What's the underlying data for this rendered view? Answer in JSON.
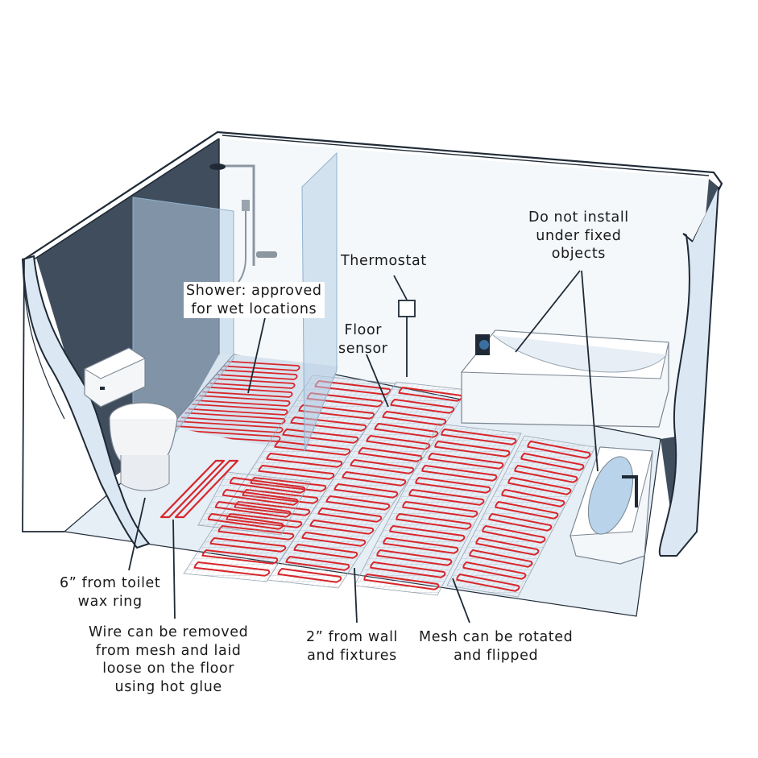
{
  "labels": {
    "thermostat": [
      "Thermostat"
    ],
    "shower": [
      "Shower: approved",
      "for wet locations"
    ],
    "floor_sensor": [
      "Floor",
      "sensor"
    ],
    "fixed_objects": [
      "Do not install",
      "under fixed",
      "objects"
    ],
    "toilet": [
      "6” from toilet",
      "wax ring"
    ],
    "wire_removed": [
      "Wire can be removed",
      "from mesh and laid",
      "loose on the floor",
      "using hot glue"
    ],
    "wall_distance": [
      "2” from wall",
      "and fixtures"
    ],
    "mesh_rotated": [
      "Mesh can be rotated",
      "and flipped"
    ]
  },
  "colors": {
    "wall": "#dbe7f2",
    "wall_inner": "#3f4d5c",
    "floor": "#e4edf5",
    "heating_wire": "#d8262a",
    "mesh": "#9aa6b2",
    "glass": "#b8d0e6",
    "outline": "#1f2a36"
  },
  "icons": [
    "shower-head-icon",
    "toilet-icon",
    "bathtub-icon",
    "sink-icon",
    "thermostat-icon"
  ]
}
